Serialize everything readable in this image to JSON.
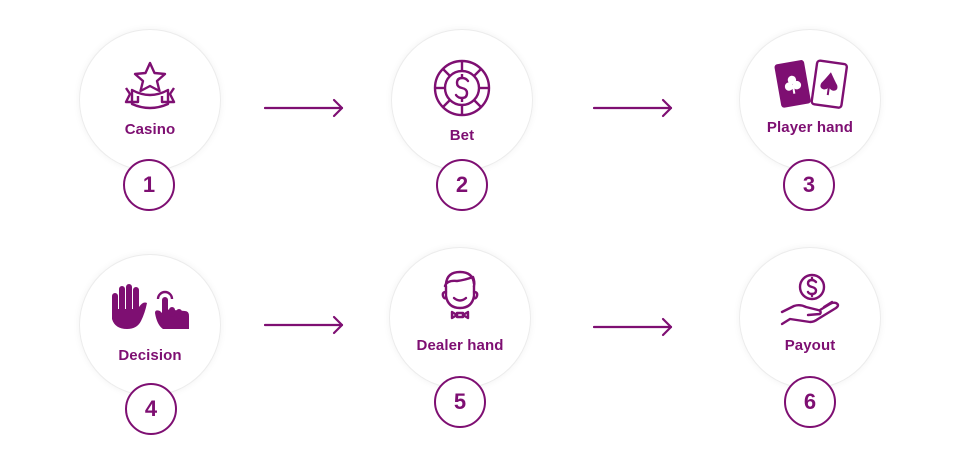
{
  "colors": {
    "accent": "#7e0f72",
    "circle_border": "#ececec"
  },
  "steps": [
    {
      "number": "1",
      "label": "Casino",
      "icon": "casino-star-banner-icon"
    },
    {
      "number": "2",
      "label": "Bet",
      "icon": "chip-dollar-icon"
    },
    {
      "number": "3",
      "label": "Player hand",
      "icon": "playing-cards-icon"
    },
    {
      "number": "4",
      "label": "Decision",
      "icon": "hand-stop-tap-icon"
    },
    {
      "number": "5",
      "label": "Dealer hand",
      "icon": "dealer-bowtie-icon"
    },
    {
      "number": "6",
      "label": "Payout",
      "icon": "hand-coin-payout-icon"
    }
  ]
}
